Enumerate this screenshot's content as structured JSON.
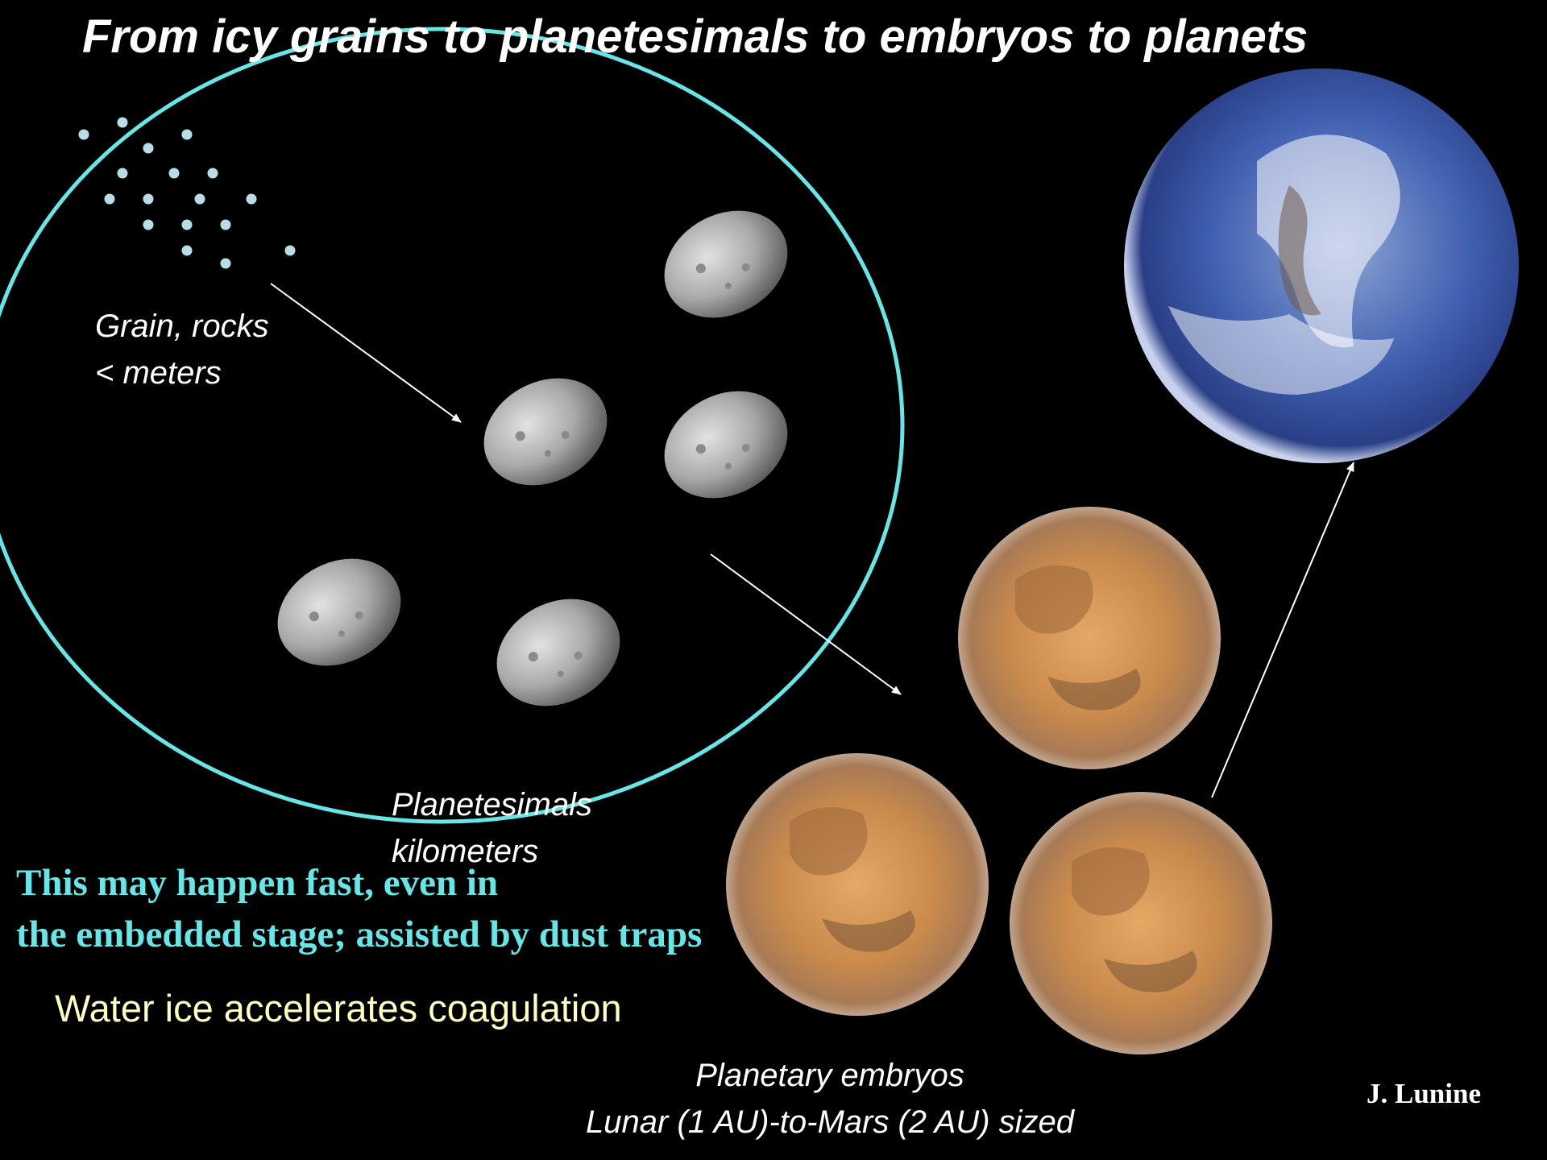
{
  "title": "From icy grains to planetesimals to embryos to planets",
  "labels": {
    "grains_line1": "Grain, rocks",
    "grains_line2": "< meters",
    "planetesimals_line1": "Planetesimals",
    "planetesimals_line2": "kilometers",
    "embryos_line1": "Planetary embryos",
    "embryos_line2": "Lunar (1 AU)-to-Mars (2 AU) sized"
  },
  "notes": {
    "cyan_line1": "This may happen fast, even in",
    "cyan_line2": "the embedded stage; assisted by dust traps",
    "yellow": "Water ice accelerates coagulation"
  },
  "credit": "J. Lunine",
  "colors": {
    "background": "#000000",
    "ellipse": "#66e6e6",
    "cyan_text": "#66e6e6",
    "yellow_text": "#ffffc0",
    "arrows": "#ffffff",
    "grain_dots": "#b8dde8",
    "planetesimal": "#9a9a9a",
    "mars": "#c88a4e",
    "earth": "#3a56a8"
  },
  "icons": {
    "grains": "grain-dot-icon",
    "planetesimals": "asteroid-icon",
    "embryos": "mars-planet-icon",
    "planet": "earth-planet-icon"
  }
}
